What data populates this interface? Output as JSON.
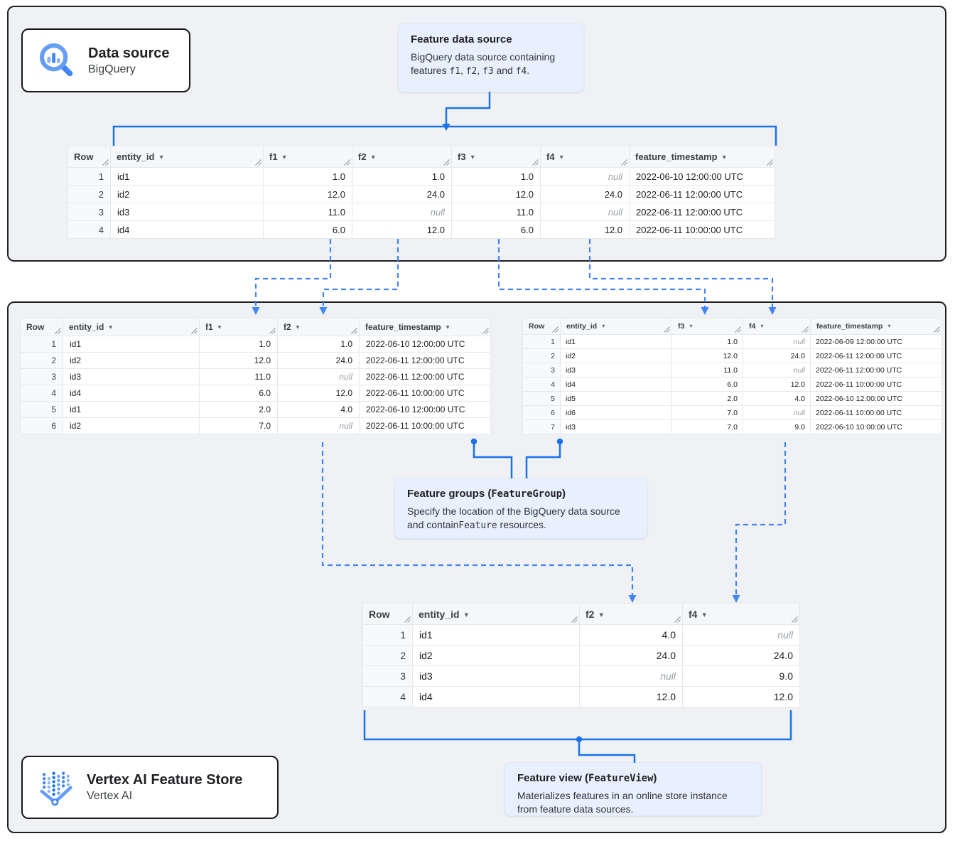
{
  "boxes": {
    "data_source": {
      "title": "Data source",
      "subtitle": "BigQuery",
      "icon": "bigquery-magnifier-icon"
    },
    "vertex": {
      "title": "Vertex AI Feature Store",
      "subtitle": "Vertex AI",
      "icon": "vertex-ai-dots-icon"
    }
  },
  "callouts": {
    "feature_data_source": {
      "title": [
        {
          "t": "Feature data source"
        }
      ],
      "body": [
        {
          "t": "BigQuery data source containing features "
        },
        {
          "t": "f1",
          "mono": true
        },
        {
          "t": ", "
        },
        {
          "t": "f2",
          "mono": true
        },
        {
          "t": ", "
        },
        {
          "t": "f3",
          "mono": true
        },
        {
          "t": " and "
        },
        {
          "t": "f4",
          "mono": true
        },
        {
          "t": "."
        }
      ]
    },
    "feature_groups": {
      "title": [
        {
          "t": "Feature groups ("
        },
        {
          "t": "FeatureGroup",
          "mono": true
        },
        {
          "t": ")"
        }
      ],
      "body": [
        {
          "t": "Specify the location of the BigQuery data source and contain"
        },
        {
          "t": "Feature",
          "mono": true
        },
        {
          "t": " resources."
        }
      ]
    },
    "feature_view": {
      "title": [
        {
          "t": "Feature view ("
        },
        {
          "t": "FeatureView",
          "mono": true
        },
        {
          "t": ")"
        }
      ],
      "body": [
        {
          "t": "Materializes features in an online store instance from feature data sources."
        }
      ]
    }
  },
  "tables": {
    "source": {
      "columns": [
        {
          "label": "Row",
          "type": "rownum",
          "sortable": false
        },
        {
          "label": "entity_id",
          "type": "text",
          "sortable": true
        },
        {
          "label": "f1",
          "type": "num",
          "sortable": true
        },
        {
          "label": "f2",
          "type": "num",
          "sortable": true
        },
        {
          "label": "f3",
          "type": "num",
          "sortable": true
        },
        {
          "label": "f4",
          "type": "num",
          "sortable": true
        },
        {
          "label": "feature_timestamp",
          "type": "ts",
          "sortable": true
        }
      ],
      "rows": [
        [
          "1",
          "id1",
          "1.0",
          "1.0",
          "1.0",
          null,
          "2022-06-10 12:00:00 UTC"
        ],
        [
          "2",
          "id2",
          "12.0",
          "24.0",
          "12.0",
          "24.0",
          "2022-06-11 12:00:00 UTC"
        ],
        [
          "3",
          "id3",
          "11.0",
          null,
          "11.0",
          null,
          "2022-06-11 12:00:00 UTC"
        ],
        [
          "4",
          "id4",
          "6.0",
          "12.0",
          "6.0",
          "12.0",
          "2022-06-11 10:00:00 UTC"
        ]
      ]
    },
    "group1": {
      "columns": [
        {
          "label": "Row",
          "type": "rownum",
          "sortable": false
        },
        {
          "label": "entity_id",
          "type": "text",
          "sortable": true
        },
        {
          "label": "f1",
          "type": "num",
          "sortable": true
        },
        {
          "label": "f2",
          "type": "num",
          "sortable": true
        },
        {
          "label": "feature_timestamp",
          "type": "ts",
          "sortable": true
        }
      ],
      "rows": [
        [
          "1",
          "id1",
          "1.0",
          "1.0",
          "2022-06-10 12:00:00 UTC"
        ],
        [
          "2",
          "id2",
          "12.0",
          "24.0",
          "2022-06-11 12:00:00 UTC"
        ],
        [
          "3",
          "id3",
          "11.0",
          null,
          "2022-06-11 12:00:00 UTC"
        ],
        [
          "4",
          "id4",
          "6.0",
          "12.0",
          "2022-06-11 10:00:00 UTC"
        ],
        [
          "5",
          "id1",
          "2.0",
          "4.0",
          "2022-06-10 12:00:00 UTC"
        ],
        [
          "6",
          "id2",
          "7.0",
          null,
          "2022-06-11 10:00:00 UTC"
        ]
      ]
    },
    "group2": {
      "columns": [
        {
          "label": "Row",
          "type": "rownum",
          "sortable": false
        },
        {
          "label": "entity_id",
          "type": "text",
          "sortable": true
        },
        {
          "label": "f3",
          "type": "num",
          "sortable": true
        },
        {
          "label": "f4",
          "type": "num",
          "sortable": true
        },
        {
          "label": "feature_timestamp",
          "type": "ts",
          "sortable": true
        }
      ],
      "rows": [
        [
          "1",
          "id1",
          "1.0",
          null,
          "2022-06-09 12:00:00 UTC"
        ],
        [
          "2",
          "id2",
          "12.0",
          "24.0",
          "2022-06-11 12:00:00 UTC"
        ],
        [
          "3",
          "id3",
          "11.0",
          null,
          "2022-06-11 12:00:00 UTC"
        ],
        [
          "4",
          "id4",
          "6.0",
          "12.0",
          "2022-06-11 10:00:00 UTC"
        ],
        [
          "5",
          "id5",
          "2.0",
          "4.0",
          "2022-06-10 12:00:00 UTC"
        ],
        [
          "6",
          "id6",
          "7.0",
          null,
          "2022-06-11 10:00:00 UTC"
        ],
        [
          "7",
          "id3",
          "7.0",
          "9.0",
          "2022-06-10 10:00:00 UTC"
        ]
      ]
    },
    "view": {
      "columns": [
        {
          "label": "Row",
          "type": "rownum",
          "sortable": false
        },
        {
          "label": "entity_id",
          "type": "text",
          "sortable": true
        },
        {
          "label": "f2",
          "type": "num",
          "sortable": true
        },
        {
          "label": "f4",
          "type": "num",
          "sortable": true
        }
      ],
      "rows": [
        [
          "1",
          "id1",
          "4.0",
          null
        ],
        [
          "2",
          "id2",
          "24.0",
          "24.0"
        ],
        [
          "3",
          "id3",
          null,
          "9.0"
        ],
        [
          "4",
          "id4",
          "12.0",
          "12.0"
        ]
      ]
    }
  },
  "glyphs": {
    "sort_arrow": "▾",
    "null_text": "null"
  },
  "icons": {
    "bigquery": "bigquery-magnifier-icon",
    "vertex_ai": "vertex-ai-dots-icon",
    "column_sort": "sort-dropdown-icon",
    "column_resize": "column-resize-icon"
  },
  "colors": {
    "accent": "#1a73e8",
    "dashed": "#4285f4",
    "callout_bg": "#e8f0fe",
    "frame_bg": "#eff1f4"
  }
}
